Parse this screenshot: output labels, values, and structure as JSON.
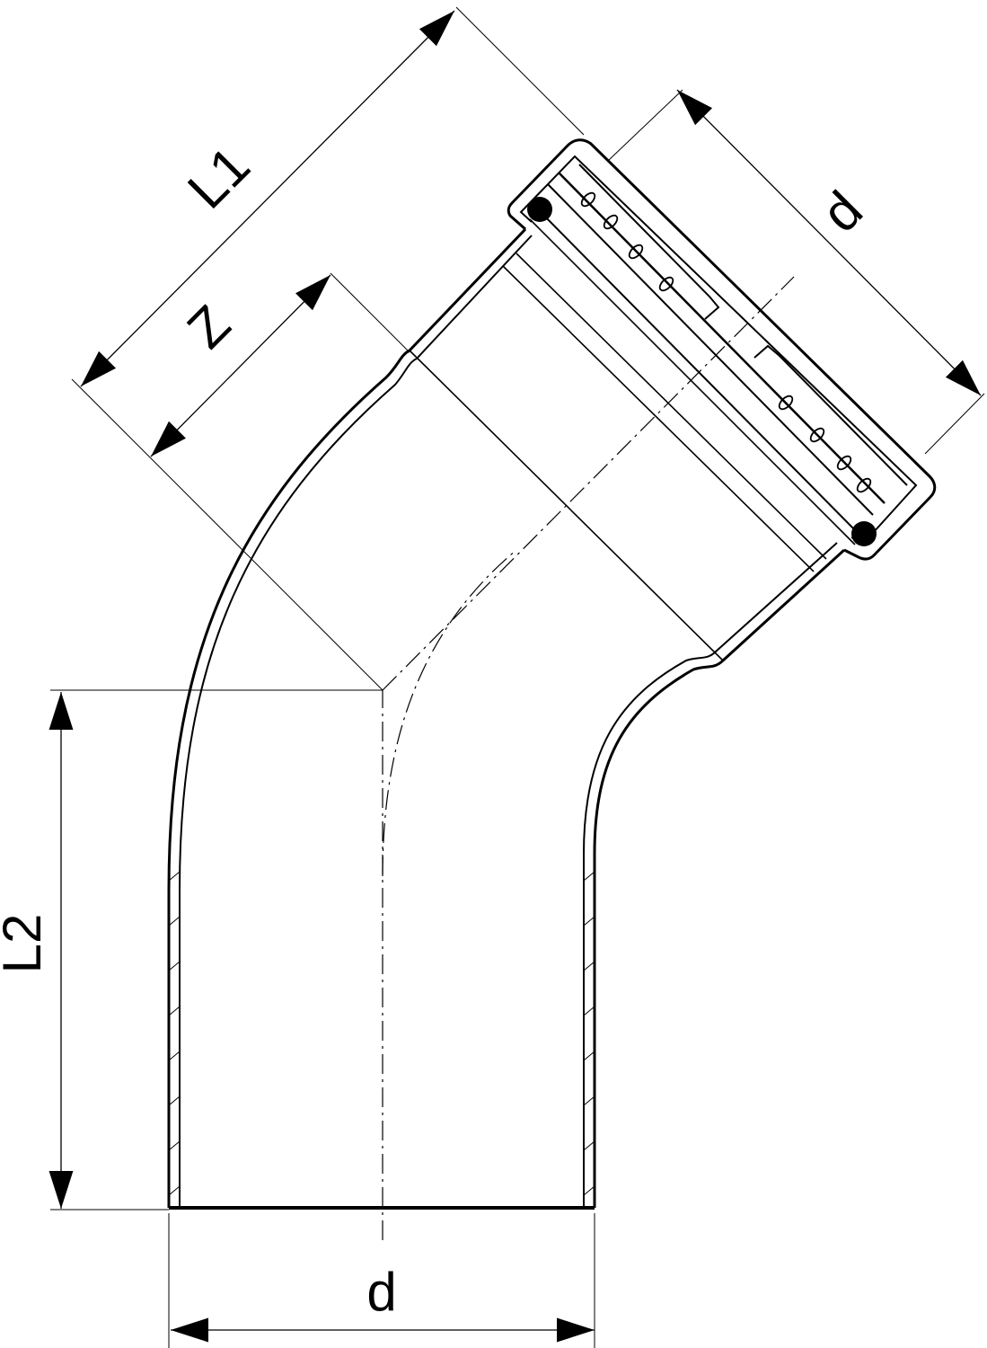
{
  "drawing": {
    "labels": {
      "l1": "L1",
      "z": "Z",
      "d_top": "d",
      "l2": "L2",
      "d_bottom": "d"
    },
    "colors": {
      "line": "#000000",
      "background": "#ffffff",
      "seal": "#000000"
    }
  }
}
